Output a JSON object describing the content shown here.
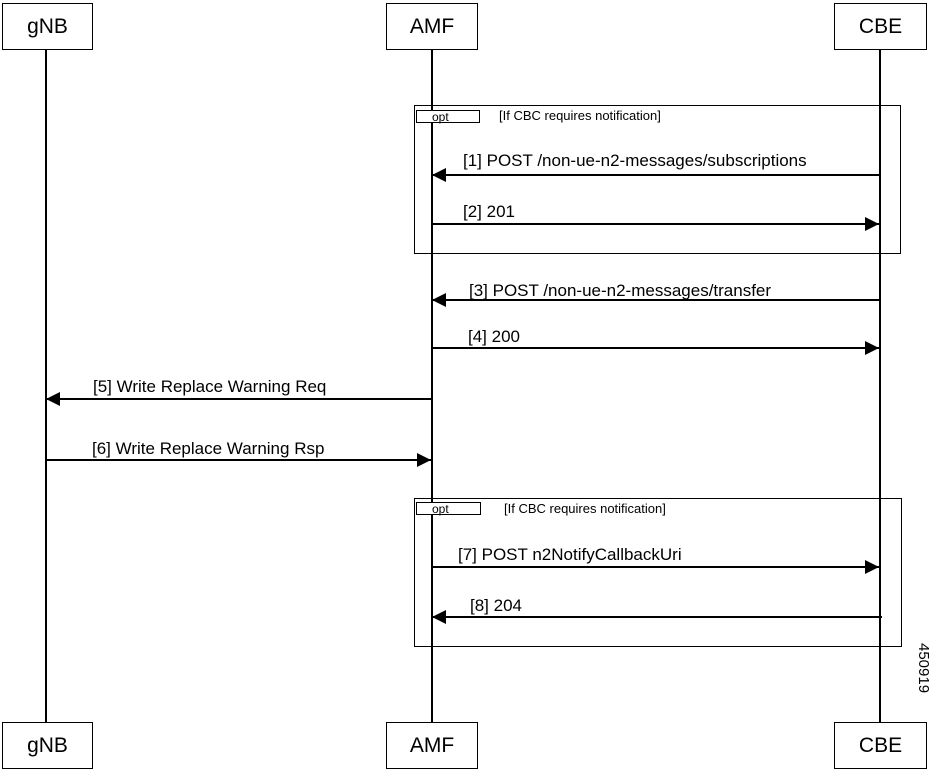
{
  "participants": {
    "gnb": "gNB",
    "amf": "AMF",
    "cbe": "CBE"
  },
  "fragments": [
    {
      "operator": "opt",
      "condition": "[If CBC requires notification]"
    },
    {
      "operator": "opt",
      "condition": "[If CBC requires notification]"
    }
  ],
  "messages": [
    {
      "label": "[1] POST /non-ue-n2-messages/subscriptions",
      "from": "CBE",
      "to": "AMF"
    },
    {
      "label": "[2] 201",
      "from": "AMF",
      "to": "CBE"
    },
    {
      "label": "[3] POST /non-ue-n2-messages/transfer",
      "from": "CBE",
      "to": "AMF"
    },
    {
      "label": "[4] 200",
      "from": "AMF",
      "to": "CBE"
    },
    {
      "label": "[5] Write Replace Warning Req",
      "from": "AMF",
      "to": "gNB"
    },
    {
      "label": "[6] Write Replace Warning Rsp",
      "from": "gNB",
      "to": "AMF"
    },
    {
      "label": "[7] POST n2NotifyCallbackUri",
      "from": "AMF",
      "to": "CBE"
    },
    {
      "label": "[8] 204",
      "from": "CBE",
      "to": "AMF"
    }
  ],
  "figure_id": "450919"
}
